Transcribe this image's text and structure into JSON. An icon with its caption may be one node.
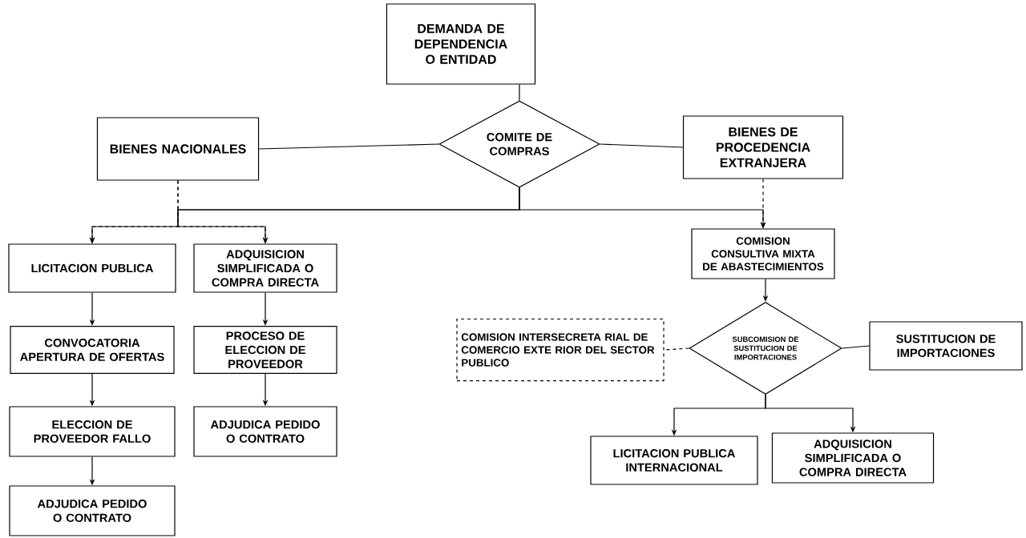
{
  "diagram": {
    "nodes": [
      {
        "text": [
          "DEMANDA DE DEPENDENCIA O ENTIDAD"
        ]
      },
      {
        "text": [
          "COMITE DE COMPRAS"
        ]
      },
      {
        "text": [
          "BIENES NACIONALES"
        ]
      },
      {
        "text": [
          "BIENES DE PROCEDENCIA EXTRANJERA"
        ]
      },
      {
        "text": [
          "LICITACION PUBLICA"
        ]
      },
      {
        "text": [
          "ADQUISICION SIMPLIFICADA O COMPRA DIRECTA"
        ]
      },
      {
        "text": [
          "CONVOCATORIA APERTURA DE OFERTAS"
        ]
      },
      {
        "text": [
          "PROCESO DE ELECCION DE PROVEEDOR"
        ]
      },
      {
        "text": [
          "ELECCION DE PROVEEDOR FALLO"
        ]
      },
      {
        "text": [
          "ADJUDICA PEDIDO O CONTRATO"
        ]
      },
      {
        "text": [
          "ADJUDICA PEDIDO O CONTRATO"
        ]
      },
      {
        "text": [
          "COMISION CONSULTIVA MIXTA DE ABASTECIMIENTOS"
        ]
      },
      {
        "text": [
          "COMISION INTERSECRETA RIAL DE COMERCIO EXTE RIOR DEL SECTOR PUBLICO"
        ]
      },
      {
        "text": [
          "SUBCOMISION DE SUSTITUCION DE IMPORTACIONES"
        ]
      },
      {
        "text": [
          "SUSTITUCION DE IMPORTACIONES"
        ]
      },
      {
        "text": [
          "LICITACION PUBLICA INTERNACIONAL"
        ]
      },
      {
        "text": [
          "ADQUISICION SIMPLIFICADA O COMPRA DIRECTA"
        ]
      }
    ],
    "edges": [
      {
        "from": 0,
        "to": 1,
        "arrow": "none"
      },
      {
        "from": 1,
        "to": 2,
        "arrow": "none"
      },
      {
        "from": 1,
        "to": 3,
        "arrow": "none"
      },
      {
        "from": 1,
        "to": 4,
        "arrow": "to"
      },
      {
        "from": 1,
        "to": 5,
        "arrow": "to"
      },
      {
        "from": 2,
        "to": 4,
        "arrow": "to",
        "style": "dashed"
      },
      {
        "from": 2,
        "to": 5,
        "arrow": "to",
        "style": "dashed"
      },
      {
        "from": 1,
        "to": 11,
        "arrow": "to"
      },
      {
        "from": 3,
        "to": 11,
        "arrow": "to",
        "style": "dashed"
      },
      {
        "from": 4,
        "to": 6,
        "arrow": "to"
      },
      {
        "from": 6,
        "to": 8,
        "arrow": "to"
      },
      {
        "from": 8,
        "to": 10,
        "arrow": "to"
      },
      {
        "from": 5,
        "to": 7,
        "arrow": "to"
      },
      {
        "from": 7,
        "to": 9,
        "arrow": "to"
      },
      {
        "from": 11,
        "to": 13,
        "arrow": "to"
      },
      {
        "from": 13,
        "to": 12,
        "arrow": "none",
        "style": "dashed"
      },
      {
        "from": 13,
        "to": 14,
        "arrow": "none"
      },
      {
        "from": 13,
        "to": 15,
        "arrow": "to"
      },
      {
        "from": 13,
        "to": 16,
        "arrow": "to"
      }
    ]
  }
}
